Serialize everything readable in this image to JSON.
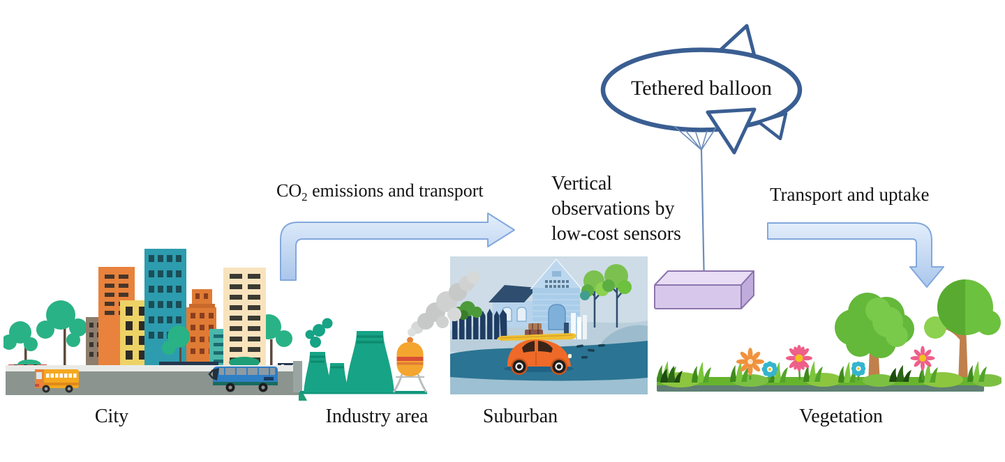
{
  "scene": {
    "balloon": {
      "label": "Tethered balloon"
    },
    "observation_note": "Vertical observations by low-cost sensors",
    "flow_left": {
      "prefix": "CO",
      "subscript": "2",
      "suffix": " emissions and transport"
    },
    "flow_right": "Transport and uptake",
    "sites": {
      "city": "City",
      "industry": "Industry area",
      "suburban": "Suburban",
      "vegetation": "Vegetation"
    }
  },
  "icons": {
    "balloon": "tethered-balloon-icon",
    "tether": "tether-line",
    "sensor_box": "sensor-box-icon",
    "arrow_left": "elbow-arrow-right-icon",
    "arrow_right": "elbow-arrow-down-icon",
    "city": "city-illustration",
    "industry": "industry-illustration",
    "suburban": "suburban-illustration",
    "vegetation": "vegetation-illustration"
  },
  "colors": {
    "balloon_outline": "#3a5e92",
    "tether_line": "#6c8cba",
    "arrow_fill_light": "#e0ebfa",
    "arrow_fill_dark": "#aec8ee",
    "arrow_stroke": "#82a8dc",
    "sensor_box_front": "#d7c8eb",
    "sensor_box_top": "#e8ddf4",
    "sensor_box_side": "#c0abdd",
    "sensor_box_outline": "#8c74ad",
    "industry_teal": "#17a385",
    "tank_orange": "#f4a52f",
    "tank_stripe_red": "#d94f35",
    "smoke_gray": "#c9cbca",
    "city_road": "#8b948f",
    "tree_green": "#29b285",
    "suburban_background": "#cddce6",
    "suburban_road": "#2b7493",
    "fence_navy": "#1f3c63",
    "car_orange": "#ef6a28",
    "surfboard_yellow": "#f0c030",
    "grass_green": "#6cb52f",
    "flower_pink": "#ee5f89",
    "flower_orange": "#f0923e",
    "flower_teal": "#35b5cd",
    "text": "#141414"
  }
}
